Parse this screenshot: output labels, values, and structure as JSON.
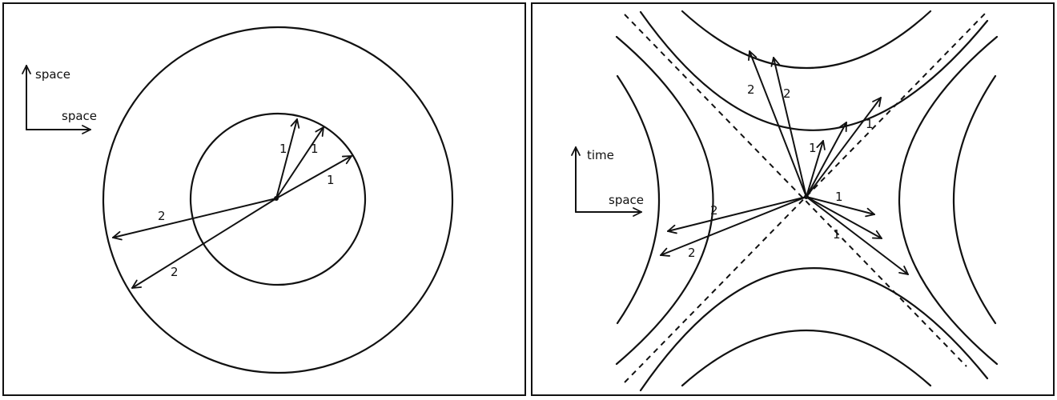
{
  "left_panel": {
    "axis_vertical_label": "space",
    "axis_horizontal_label": "space",
    "vector_labels": {
      "short_a": "1",
      "short_b": "1",
      "short_c": "1",
      "long_a": "2",
      "long_b": "2"
    }
  },
  "right_panel": {
    "axis_vertical_label": "time",
    "axis_horizontal_label": "space",
    "vector_labels": {
      "up_long_a": "2",
      "up_long_b": "2",
      "up_short_a": "1",
      "up_short_b": "1",
      "right_short_a": "1",
      "right_short_b": "1",
      "left_long_a": "2",
      "left_long_b": "2"
    }
  }
}
